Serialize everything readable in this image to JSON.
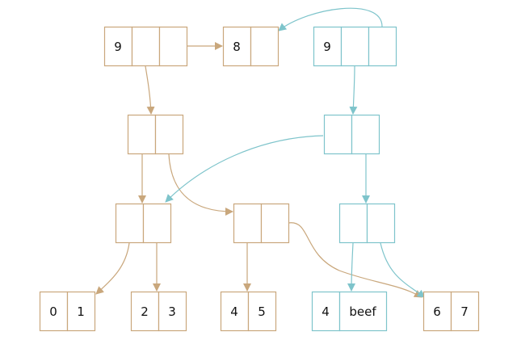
{
  "colors": {
    "old": "#c9a77c",
    "new": "#7ec4cb"
  },
  "nodes": [
    {
      "id": "root-old",
      "version": "old",
      "cells": [
        "9",
        "",
        ""
      ]
    },
    {
      "id": "tail-8",
      "version": "old",
      "cells": [
        "8",
        ""
      ]
    },
    {
      "id": "root-new",
      "version": "new",
      "cells": [
        "9",
        "",
        ""
      ]
    },
    {
      "id": "branch-old",
      "version": "old",
      "cells": [
        "",
        ""
      ]
    },
    {
      "id": "branch-new",
      "version": "new",
      "cells": [
        "",
        ""
      ]
    },
    {
      "id": "inner-a",
      "version": "old",
      "cells": [
        "",
        ""
      ]
    },
    {
      "id": "inner-b",
      "version": "old",
      "cells": [
        "",
        ""
      ]
    },
    {
      "id": "inner-c",
      "version": "new",
      "cells": [
        "",
        ""
      ]
    },
    {
      "id": "leaf-01",
      "version": "old",
      "cells": [
        "0",
        "1"
      ]
    },
    {
      "id": "leaf-23",
      "version": "old",
      "cells": [
        "2",
        "3"
      ]
    },
    {
      "id": "leaf-45",
      "version": "old",
      "cells": [
        "4",
        "5"
      ]
    },
    {
      "id": "leaf-4beef",
      "version": "new",
      "cells": [
        "4",
        "beef"
      ]
    },
    {
      "id": "leaf-67",
      "version": "old",
      "cells": [
        "6",
        "7"
      ]
    }
  ],
  "edges": [
    {
      "from": "root-old",
      "to": "tail-8",
      "version": "old"
    },
    {
      "from": "root-old",
      "to": "branch-old",
      "version": "old"
    },
    {
      "from": "root-new",
      "to": "tail-8",
      "version": "new"
    },
    {
      "from": "root-new",
      "to": "branch-new",
      "version": "new"
    },
    {
      "from": "branch-old",
      "to": "inner-a",
      "version": "old"
    },
    {
      "from": "branch-old",
      "to": "inner-b",
      "version": "old"
    },
    {
      "from": "branch-new",
      "to": "inner-a",
      "version": "new"
    },
    {
      "from": "branch-new",
      "to": "inner-c",
      "version": "new"
    },
    {
      "from": "inner-a",
      "to": "leaf-01",
      "version": "old"
    },
    {
      "from": "inner-a",
      "to": "leaf-23",
      "version": "old"
    },
    {
      "from": "inner-b",
      "to": "leaf-45",
      "version": "old"
    },
    {
      "from": "inner-b",
      "to": "leaf-67",
      "version": "old"
    },
    {
      "from": "inner-c",
      "to": "leaf-4beef",
      "version": "new"
    },
    {
      "from": "inner-c",
      "to": "leaf-67",
      "version": "new"
    }
  ]
}
